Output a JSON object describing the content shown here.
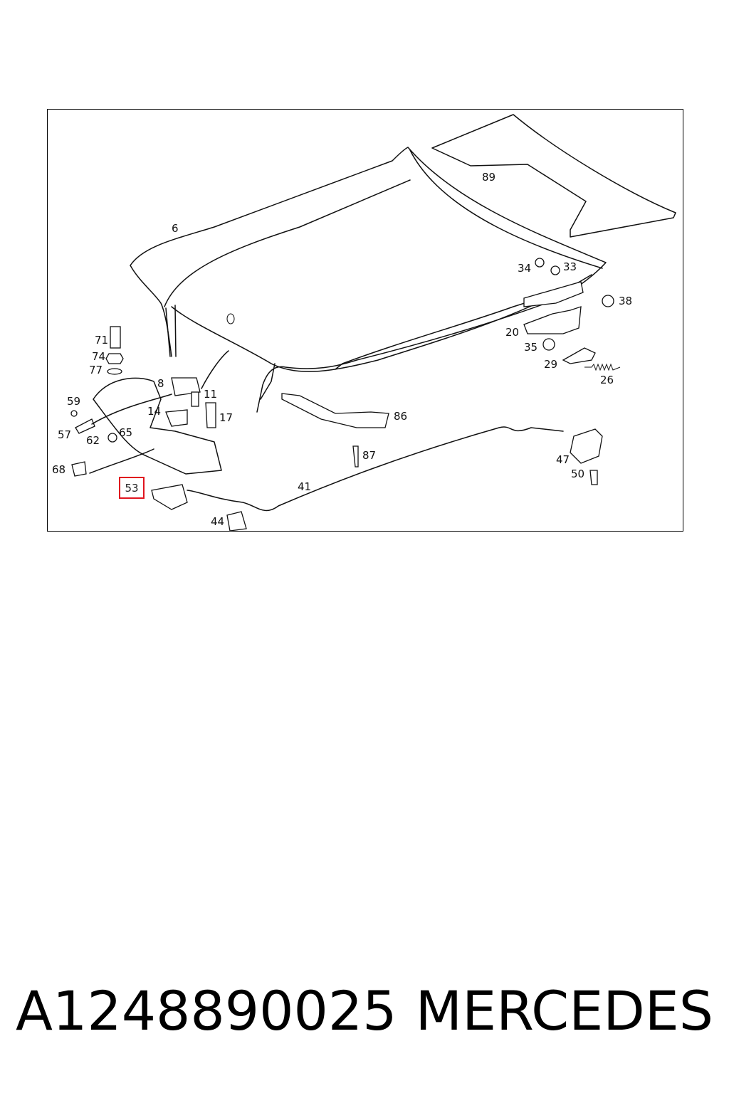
{
  "diagram": {
    "labels": {
      "l6": "6",
      "l89": "89",
      "l34": "34",
      "l33": "33",
      "l38": "38",
      "l20": "20",
      "l35": "35",
      "l29": "29",
      "l26": "26",
      "l71": "71",
      "l74": "74",
      "l77": "77",
      "l8": "8",
      "l11": "11",
      "l59": "59",
      "l14": "14",
      "l17": "17",
      "l57": "57",
      "l62": "62",
      "l65": "65",
      "l86": "86",
      "l87": "87",
      "l68": "68",
      "l47": "47",
      "l41": "41",
      "l50": "50",
      "l44": "44"
    },
    "highlighted_label": "53",
    "highlight_color": "#e0141e"
  },
  "footer": {
    "part_number": "A1248890025",
    "brand": "MERCEDES"
  }
}
